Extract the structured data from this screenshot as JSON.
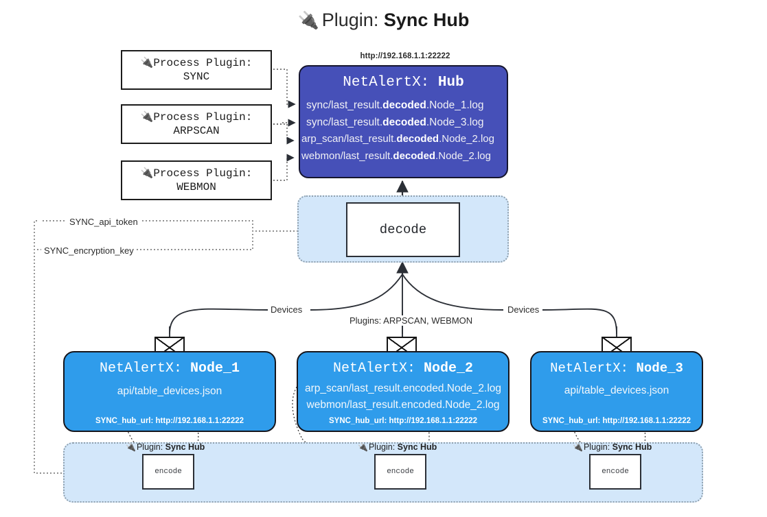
{
  "title": {
    "icon": "plug-icon",
    "glyph": "🔌",
    "prefix": "Plugin:",
    "name": "Sync Hub"
  },
  "process_plugins": [
    {
      "icon": "plug-icon",
      "glyph": "🔌",
      "line1": "Process Plugin:",
      "line2": "SYNC"
    },
    {
      "icon": "plug-icon",
      "glyph": "🔌",
      "line1": "Process Plugin:",
      "line2": "ARPSCAN"
    },
    {
      "icon": "plug-icon",
      "glyph": "🔌",
      "line1": "Process Plugin:",
      "line2": "WEBMON"
    }
  ],
  "hub": {
    "url": "http://192.168.1.1:22222",
    "title_prefix": "NetAlertX:",
    "title_name": "Hub",
    "logs": [
      {
        "pre": "sync/last_result.",
        "mid": "decoded",
        "post": ".Node_1.log"
      },
      {
        "pre": "sync/last_result.",
        "mid": "decoded",
        "post": ".Node_3.log"
      },
      {
        "pre": "arp_scan/last_result.",
        "mid": "decoded",
        "post": ".Node_2.log"
      },
      {
        "pre": "webmon/last_result.",
        "mid": "decoded",
        "post": ".Node_2.log"
      }
    ]
  },
  "decode": {
    "label": "decode"
  },
  "edge_labels": {
    "api_token": "SYNC_api_token",
    "encryption_key": "SYNC_encryption_key",
    "devices_left": "Devices",
    "devices_right": "Devices",
    "plugins": "Plugins: ARPSCAN, WEBMON"
  },
  "nodes": [
    {
      "title_prefix": "NetAlertX:",
      "title_name": "Node_1",
      "lines": [
        "api/table_devices.json"
      ],
      "hub_url": "SYNC_hub_url: http://192.168.1.1:22222",
      "envelope_icon": "envelope-icon"
    },
    {
      "title_prefix": "NetAlertX:",
      "title_name": "Node_2",
      "lines": [
        "arp_scan/last_result.encoded.Node_2.log",
        "webmon/last_result.encoded.Node_2.log"
      ],
      "hub_url": "SYNC_hub_url: http://192.168.1.1:22222",
      "envelope_icon": "envelope-icon"
    },
    {
      "title_prefix": "NetAlertX:",
      "title_name": "Node_3",
      "lines": [
        "api/table_devices.json"
      ],
      "hub_url": "SYNC_hub_url: http://192.168.1.1:22222",
      "envelope_icon": "envelope-icon"
    }
  ],
  "encode_band": [
    {
      "caption_icon": "plug-icon",
      "caption_glyph": "🔌",
      "caption_prefix": "Plugin:",
      "caption_name": "Sync Hub",
      "box_label": "encode"
    },
    {
      "caption_icon": "plug-icon",
      "caption_glyph": "🔌",
      "caption_prefix": "Plugin:",
      "caption_name": "Sync Hub",
      "box_label": "encode"
    },
    {
      "caption_icon": "plug-icon",
      "caption_glyph": "🔌",
      "caption_prefix": "Plugin:",
      "caption_name": "Sync Hub",
      "box_label": "encode"
    }
  ],
  "colors": {
    "hub_fill": "#4650b8",
    "node_fill": "#2f9ceb",
    "group_fill": "#d3e7fa",
    "stroke": "#2b2f36"
  }
}
